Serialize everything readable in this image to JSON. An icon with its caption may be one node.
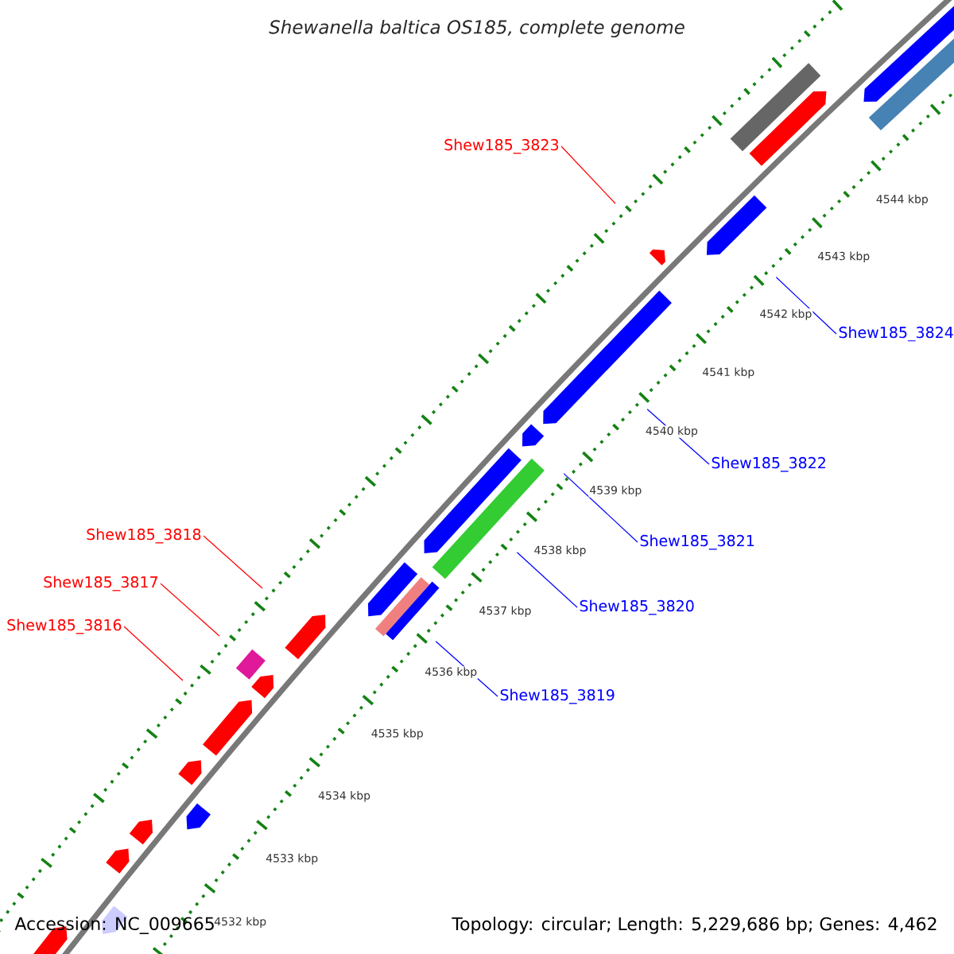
{
  "diagram": {
    "title": "Shewanella baltica OS185, complete genome",
    "nodes": [
      {
        "text": [
          "Shew185_3823"
        ]
      },
      {
        "text": [
          "Shew185_3824"
        ]
      },
      {
        "text": [
          "Shew185_3822"
        ]
      },
      {
        "text": [
          "Shew185_3818"
        ]
      },
      {
        "text": [
          "Shew185_3821"
        ]
      },
      {
        "text": [
          "Shew185_3817"
        ]
      },
      {
        "text": [
          "Shew185_3820"
        ]
      },
      {
        "text": [
          "Shew185_3816"
        ]
      },
      {
        "text": [
          "Shew185_3819"
        ]
      }
    ],
    "edges": [
      {
        "from": 0,
        "to": null,
        "arrow": "none",
        "color": "#ff0000"
      },
      {
        "from": 1,
        "to": null,
        "arrow": "none",
        "color": "#0000ff"
      },
      {
        "from": 2,
        "to": null,
        "arrow": "none",
        "color": "#0000ff"
      },
      {
        "from": 3,
        "to": null,
        "arrow": "none",
        "color": "#ff0000"
      },
      {
        "from": 4,
        "to": null,
        "arrow": "none",
        "color": "#0000ff"
      },
      {
        "from": 5,
        "to": null,
        "arrow": "none",
        "color": "#ff0000"
      },
      {
        "from": 6,
        "to": null,
        "arrow": "none",
        "color": "#0000ff"
      },
      {
        "from": 7,
        "to": null,
        "arrow": "none",
        "color": "#ff0000"
      },
      {
        "from": 8,
        "to": null,
        "arrow": "none",
        "color": "#0000ff"
      }
    ],
    "labels": [
      "4544 kbp",
      "4543 kbp",
      "4542 kbp",
      "4541 kbp",
      "4540 kbp",
      "4539 kbp",
      "4538 kbp",
      "4537 kbp",
      "4536 kbp",
      "4535 kbp",
      "4534 kbp",
      "4533 kbp",
      "4532 kbp",
      "Accession: NC_009665",
      "Topology: circular; Length: 5,229,686 bp; Genes: 4,462"
    ]
  }
}
